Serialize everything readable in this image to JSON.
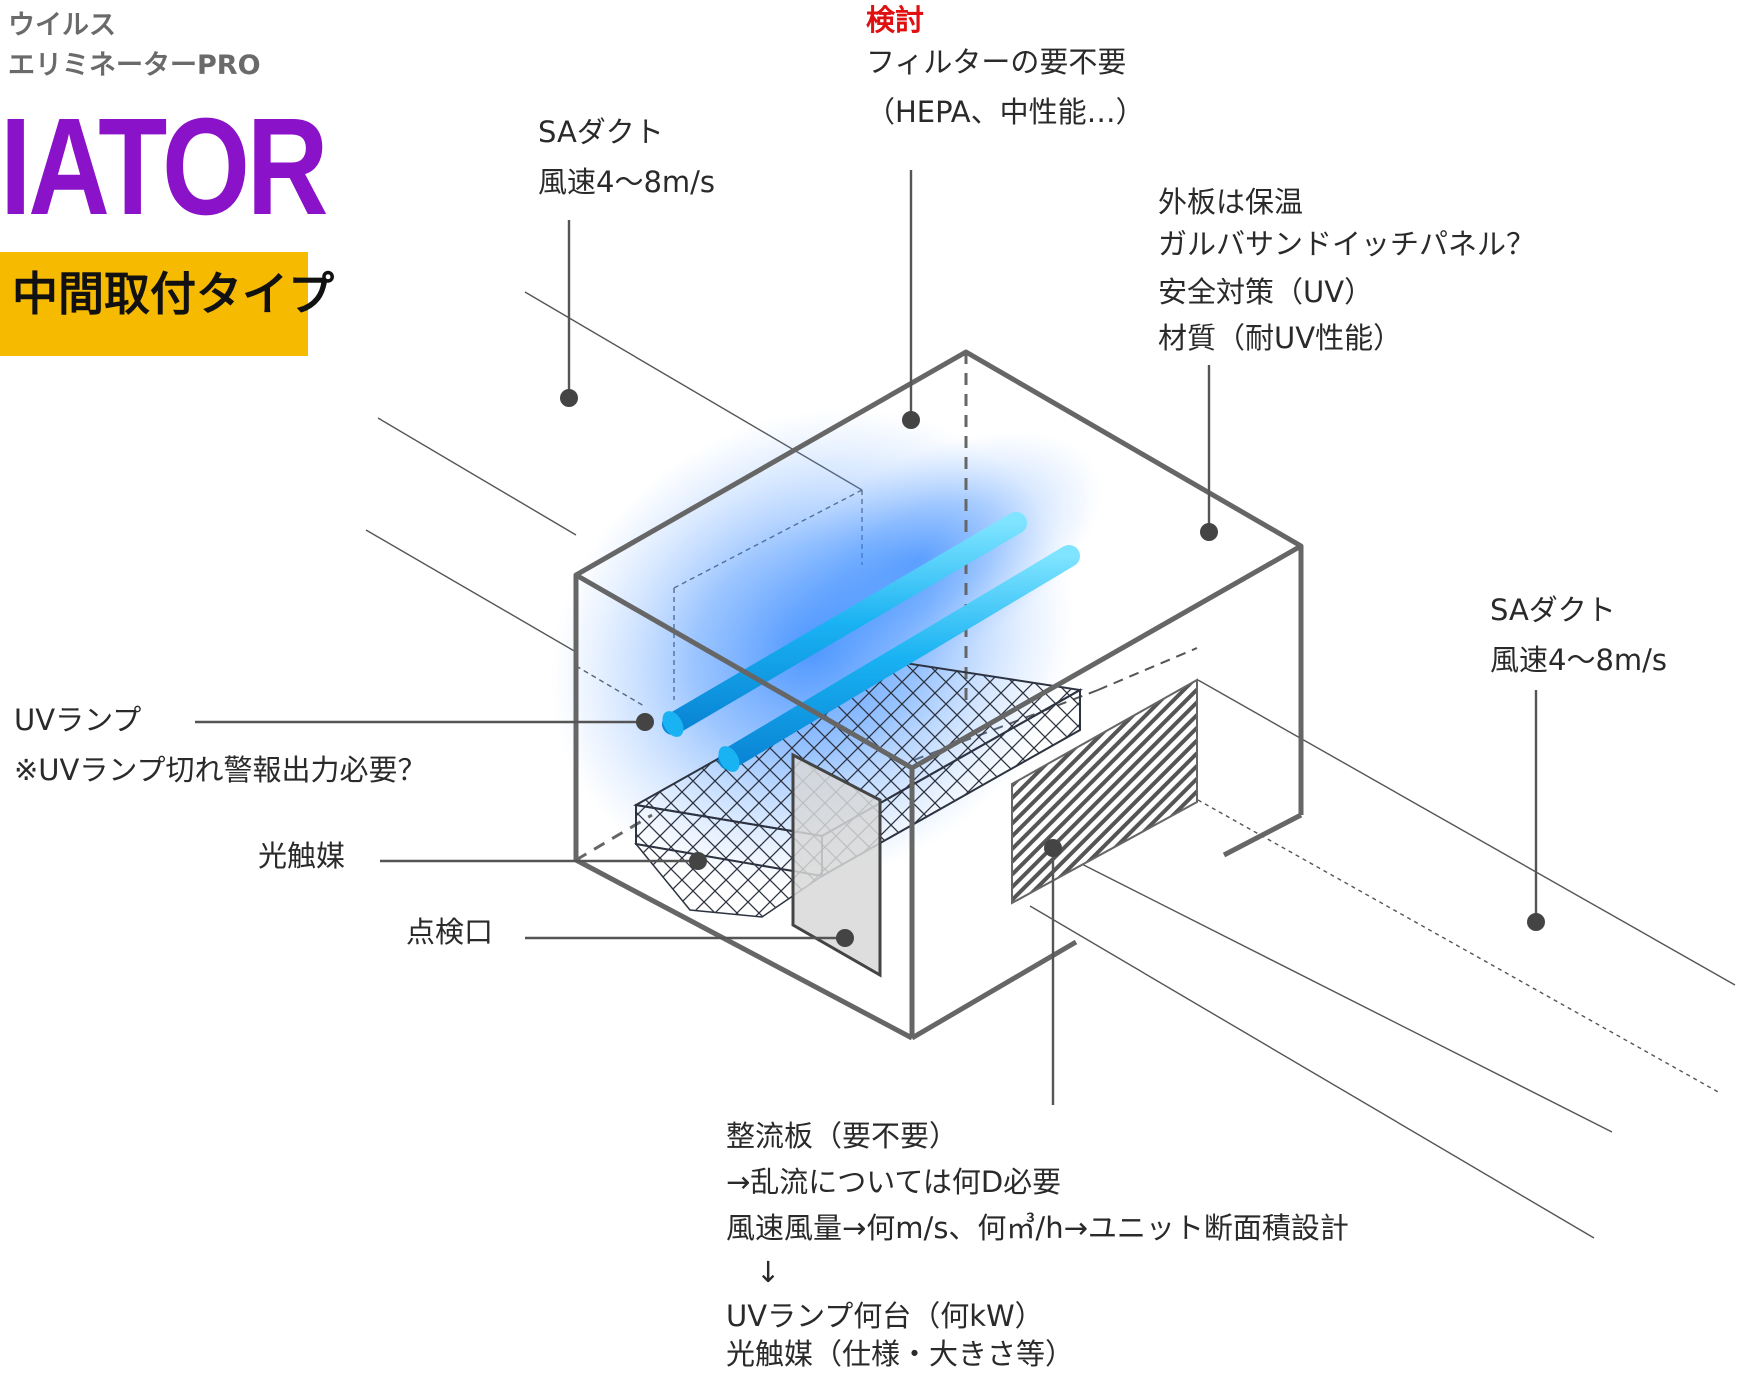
{
  "branding": {
    "line1": "ウイルス",
    "line2": "エリミネーターPRO",
    "big_title": "IATOR",
    "badge": "中間取付タイプ"
  },
  "labels": {
    "sa_duct_left": {
      "line1": "SAダクト",
      "line2": "風速4〜8m/s"
    },
    "review": {
      "heading": "検討",
      "line1": "フィルターの要不要",
      "line2": "（HEPA、中性能…）"
    },
    "outer_panel": {
      "line1": "外板は保温",
      "line2": "ガルバサンドイッチパネル？",
      "line3": "安全対策（UV）",
      "line4": "材質（耐UV性能）"
    },
    "sa_duct_right": {
      "line1": "SAダクト",
      "line2": "風速4〜8m/s"
    },
    "uv_lamp": {
      "line1": "UVランプ",
      "line2": "※UVランプ切れ警報出力必要？"
    },
    "photocatalyst": "光触媒",
    "inspection_port": "点検口",
    "flow_plate": {
      "line1": "整流板（要不要）",
      "line2": "→乱流については何D必要",
      "line3": "風速風量→何m/s、何㎥/h→ユニット断面積設計",
      "line4": "↓",
      "line5": "UVランプ何台（何kW）",
      "line6": "光触媒（仕様・大きさ等）"
    }
  },
  "colors": {
    "brand_purple": "#8a12c8",
    "badge_yellow": "#f6ba00",
    "review_red": "#e01010",
    "uv_glow": "#2a8cff",
    "lamp_cyan": "#1ab4f0",
    "box_edge": "#666666"
  }
}
